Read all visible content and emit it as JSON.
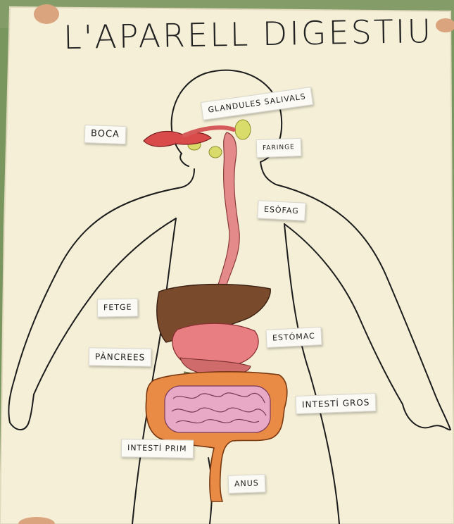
{
  "title": "L'APARELL DIGESTIU",
  "labels": {
    "glandules": "GLANDULES SALIVALS",
    "boca": "BOCA",
    "faringe": "FARINGE",
    "esofag": "ESÒFAG",
    "fetge": "FETGE",
    "estomac": "ESTÓMAC",
    "pancrees": "PÀNCREES",
    "intesti_gros": "INTESTÍ GROS",
    "intesti_prim": "INTESTÍ PRIM",
    "anus": "ANUS"
  },
  "colors": {
    "poster": "#f4efd6",
    "outline": "#1c1c1c",
    "lips": "#d94b4b",
    "esophagus": "#e58a8a",
    "liver": "#7a4a2c",
    "stomach": "#e97e82",
    "pancreas": "#cf6b6b",
    "small_intestine": "#e7a9c6",
    "large_intestine": "#e98a45",
    "salivary_glands": "#d9dc6a"
  }
}
